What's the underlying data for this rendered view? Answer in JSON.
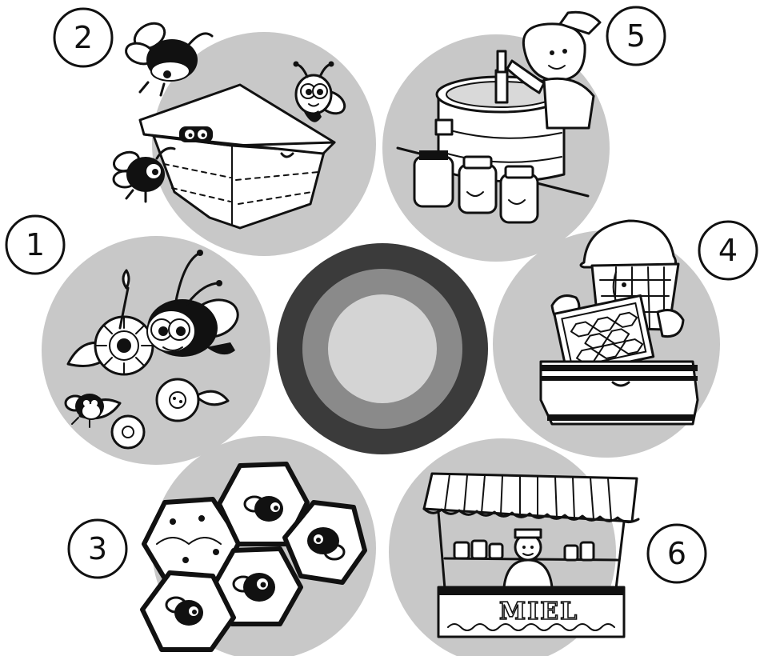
{
  "steps": [
    {
      "number": "1",
      "scene": "bee-collecting-nectar-from-flowers"
    },
    {
      "number": "2",
      "scene": "bees-arriving-at-hive-box"
    },
    {
      "number": "3",
      "scene": "bees-in-honeycomb-cells"
    },
    {
      "number": "4",
      "scene": "beekeeper-lifting-honeycomb-frame"
    },
    {
      "number": "5",
      "scene": "worker-extracting-honey-into-jars"
    },
    {
      "number": "6",
      "scene": "honey-market-stall"
    }
  ],
  "stall": {
    "sign": "MIEL"
  },
  "colors": {
    "scene_disc": "#c8c8c8",
    "ring_outer": "#3b3b3b",
    "ring_middle": "#8a8a8a",
    "ring_inner": "#d4d4d4",
    "ink": "#111111"
  }
}
